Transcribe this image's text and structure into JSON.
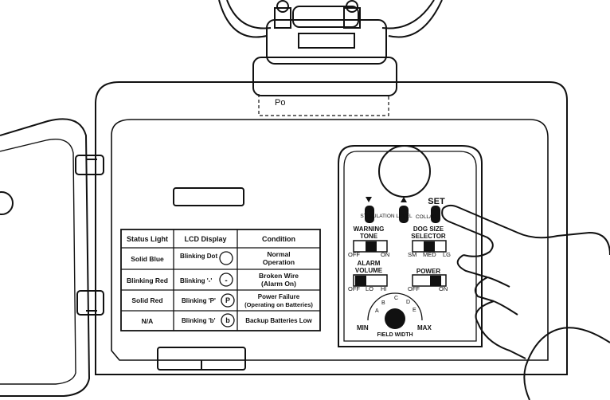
{
  "status_table": {
    "headers": [
      "Status Light",
      "LCD Display",
      "Condition"
    ],
    "rows": [
      {
        "status": "Solid Blue",
        "lcd": "Blinking Dot",
        "lcd_symbol": "",
        "condition": [
          "Normal",
          "Operation"
        ]
      },
      {
        "status": "Blinking Red",
        "lcd": "Blinking '-'",
        "lcd_symbol": "-",
        "condition": [
          "Broken Wire",
          "(Alarm On)"
        ]
      },
      {
        "status": "Solid Red",
        "lcd": "Blinking 'P'",
        "lcd_symbol": "P",
        "condition": [
          "Power Failure",
          "(Operating on Batteries)"
        ]
      },
      {
        "status": "N/A",
        "lcd": "Blinking 'b'",
        "lcd_symbol": "b",
        "condition": [
          "Backup Batteries Low"
        ]
      }
    ]
  },
  "control_panel": {
    "arrow_down_icon": "triangle-down-icon",
    "arrow_up_icon": "triangle-up-icon",
    "set_label": "SET",
    "stimulation_label": "STIMULATION LEVEL",
    "collar_label": "COLLAR",
    "warning_tone": {
      "title": [
        "WARNING",
        "TONE"
      ],
      "off": "OFF",
      "on": "ON"
    },
    "dog_size": {
      "title": [
        "DOG SIZE",
        "SELECTOR"
      ],
      "sm": "SM",
      "med": "MED",
      "lg": "LG"
    },
    "alarm_volume": {
      "title": [
        "ALARM",
        "VOLUME"
      ],
      "off": "OFF",
      "lo": "LO",
      "hi": "HI"
    },
    "power": {
      "title": "POWER",
      "off": "OFF",
      "on": "ON"
    },
    "field_width": {
      "min": "MIN",
      "max": "MAX",
      "title": "FIELD WIDTH",
      "dial_marks": [
        "A",
        "B",
        "C",
        "D",
        "E"
      ]
    }
  }
}
